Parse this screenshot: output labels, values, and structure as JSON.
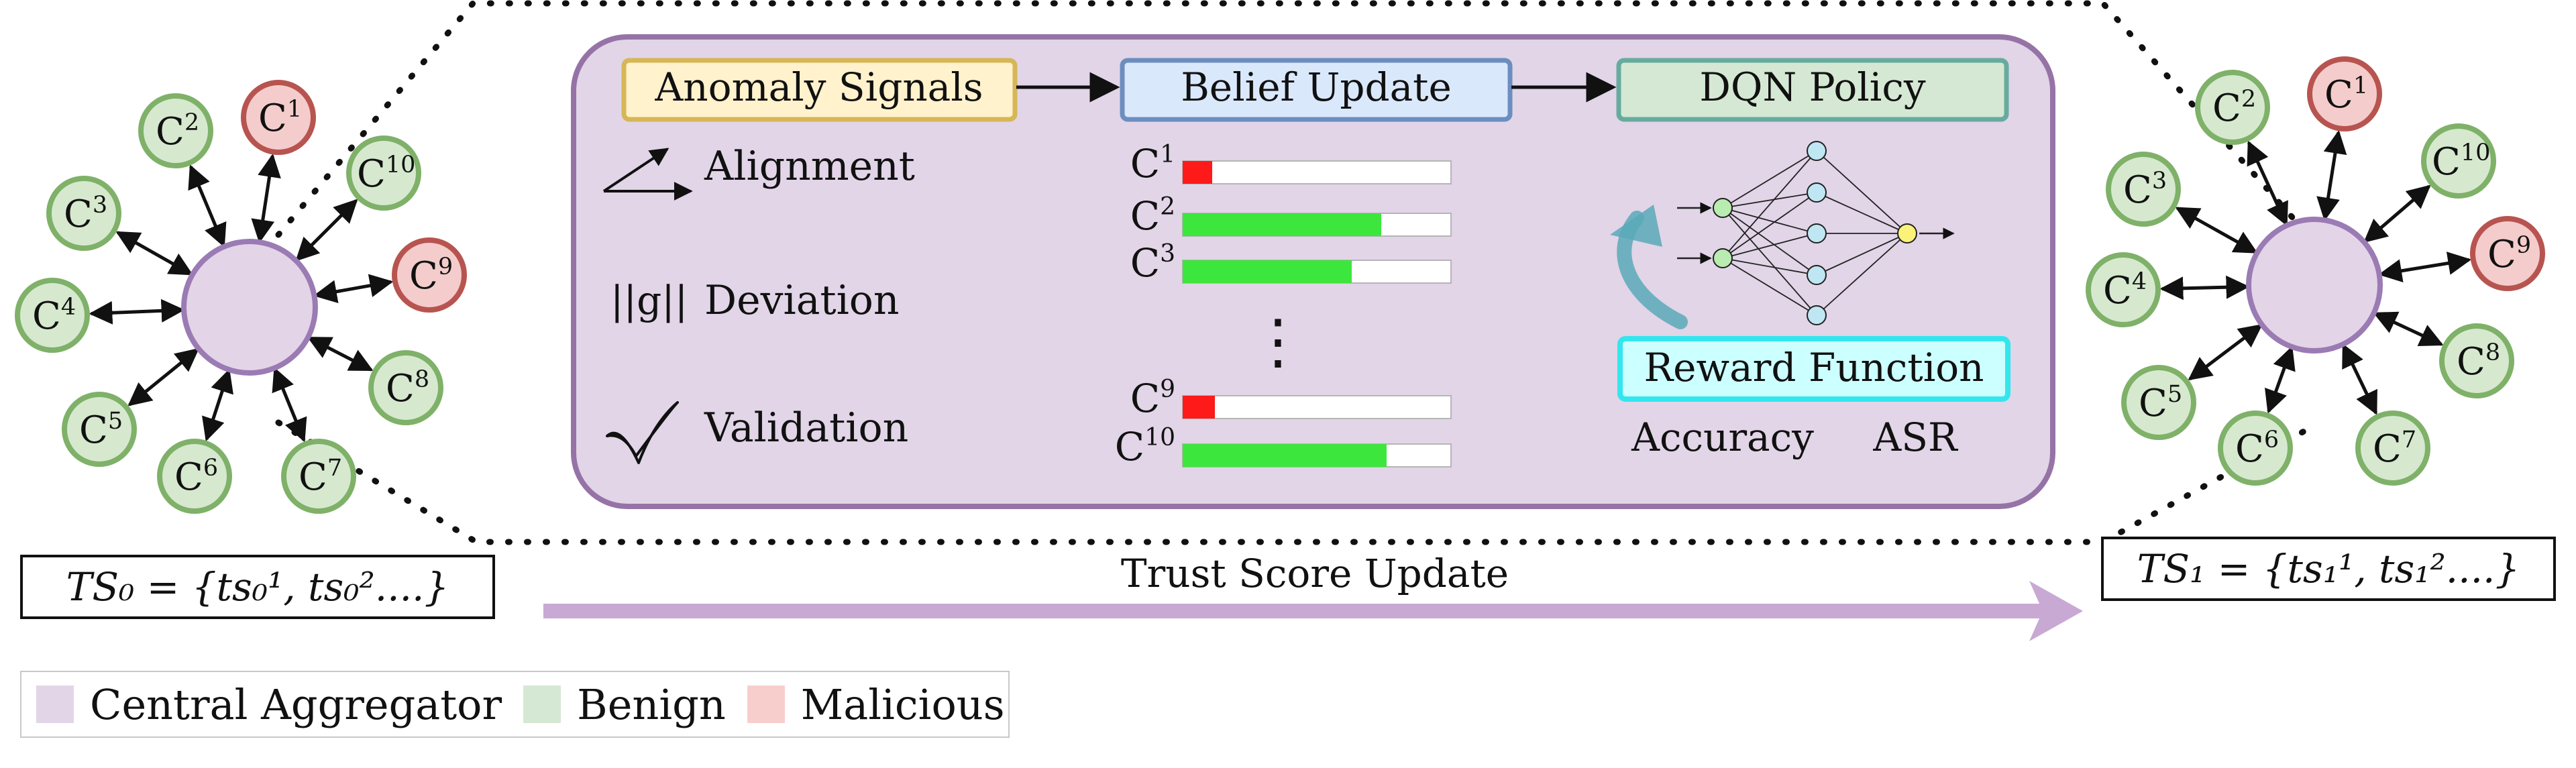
{
  "colors": {
    "aggregator_fill": "#e3d4e8",
    "aggregator_stroke": "#9b7bb3",
    "benign_fill": "#d6e9cf",
    "benign_stroke": "#7fb169",
    "malicious_fill": "#f4cccc",
    "malicious_stroke": "#b85450",
    "panel_fill": "#e1d5e7",
    "panel_stroke": "#9673a6",
    "anomaly_fill": "#fff2cc",
    "anomaly_stroke": "#d6b656",
    "belief_fill": "#dae8fc",
    "belief_stroke": "#6c8ebf",
    "dqn_fill": "#d5e8d4",
    "dqn_stroke": "#67ab9f",
    "reward_fill": "#ccffff",
    "reward_stroke": "#33e6ee",
    "bar_good": "#3de63d",
    "bar_bad": "#ff1a1a",
    "trust_arrow": "#c8a9d4"
  },
  "left_cluster": {
    "clients": [
      {
        "label": "C",
        "sup": "1",
        "type": "malicious"
      },
      {
        "label": "C",
        "sup": "2",
        "type": "benign"
      },
      {
        "label": "C",
        "sup": "3",
        "type": "benign"
      },
      {
        "label": "C",
        "sup": "4",
        "type": "benign"
      },
      {
        "label": "C",
        "sup": "5",
        "type": "benign"
      },
      {
        "label": "C",
        "sup": "6",
        "type": "benign"
      },
      {
        "label": "C",
        "sup": "7",
        "type": "benign"
      },
      {
        "label": "C",
        "sup": "8",
        "type": "benign"
      },
      {
        "label": "C",
        "sup": "9",
        "type": "malicious"
      },
      {
        "label": "C",
        "sup": "10",
        "type": "benign"
      }
    ]
  },
  "right_cluster": {
    "clients": [
      {
        "label": "C",
        "sup": "1",
        "type": "malicious"
      },
      {
        "label": "C",
        "sup": "2",
        "type": "benign"
      },
      {
        "label": "C",
        "sup": "3",
        "type": "benign"
      },
      {
        "label": "C",
        "sup": "4",
        "type": "benign"
      },
      {
        "label": "C",
        "sup": "5",
        "type": "benign"
      },
      {
        "label": "C",
        "sup": "6",
        "type": "benign"
      },
      {
        "label": "C",
        "sup": "7",
        "type": "benign"
      },
      {
        "label": "C",
        "sup": "8",
        "type": "benign"
      },
      {
        "label": "C",
        "sup": "9",
        "type": "malicious"
      },
      {
        "label": "C",
        "sup": "10",
        "type": "benign"
      }
    ]
  },
  "panel": {
    "anomaly_signals": "Anomaly Signals",
    "belief_update": "Belief Update",
    "dqn_policy": "DQN Policy",
    "signals": [
      {
        "icon": "alignment-arrows-icon",
        "label": "Alignment"
      },
      {
        "icon": "gradient-norm-icon",
        "symbol": "||g||",
        "label": "Deviation"
      },
      {
        "icon": "checkmark-icon",
        "label": "Validation"
      }
    ],
    "beliefs": [
      {
        "label": "C",
        "sup": "1",
        "value": 0.11,
        "status": "bad"
      },
      {
        "label": "C",
        "sup": "2",
        "value": 0.74,
        "status": "good"
      },
      {
        "label": "C",
        "sup": "3",
        "value": 0.63,
        "status": "good"
      },
      {
        "label": "C",
        "sup": "9",
        "value": 0.12,
        "status": "bad"
      },
      {
        "label": "C",
        "sup": "10",
        "value": 0.76,
        "status": "good"
      }
    ],
    "ellipsis": "⋮",
    "reward_function": "Reward Function",
    "reward_terms": [
      "Accuracy",
      "ASR"
    ]
  },
  "trust": {
    "label": "Trust Score Update",
    "ts0": "TS₀ = {ts₀¹, ts₀²....}",
    "ts1": "TS₁ = {ts₁¹, ts₁²....}"
  },
  "legend": {
    "items": [
      {
        "label": "Central Aggregator",
        "color": "#e1d5e7"
      },
      {
        "label": "Benign",
        "color": "#d5e8d4"
      },
      {
        "label": "Malicious",
        "color": "#f8cecc"
      }
    ]
  }
}
